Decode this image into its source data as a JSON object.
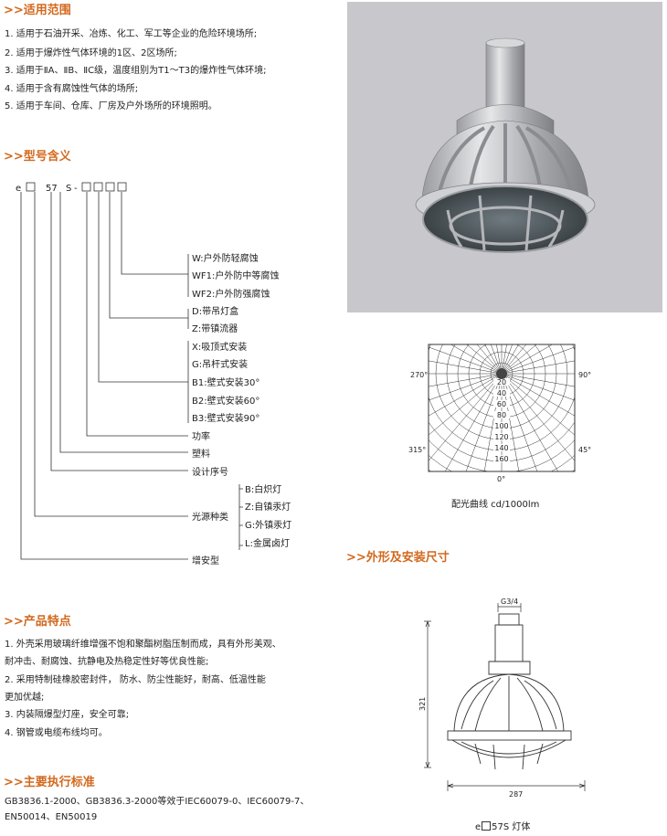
{
  "scope": {
    "heading": ">>适用范围",
    "items": [
      "1. 适用于石油开采、冶炼、化工、军工等企业的危险环境场所;",
      "2. 适用于爆炸性气体环境的1区、2区场所;",
      "3. 适用于ⅡA、ⅡB、ⅡC级，温度组别为T1～T3的爆炸性气体环境;",
      "4. 适用于含有腐蚀性气体的场所;",
      "5. 适用于车间、仓库、厂房及户外场所的环境照明。"
    ]
  },
  "model": {
    "heading": ">>型号含义",
    "code": {
      "e": "e",
      "num": "57",
      "s": "S",
      "dash": "-"
    },
    "options": {
      "wf": [
        "W:户外防轻腐蚀",
        "WF1:户外防中等腐蚀",
        "WF2:户外防强腐蚀"
      ],
      "dz": [
        "D:带吊灯盒",
        "Z:带镇流器"
      ],
      "mount": [
        "X:吸顶式安装",
        "G:吊杆式安装",
        "B1:壁式安装30°",
        "B2:壁式安装60°",
        "B3:壁式安装90°"
      ],
      "power": "功率",
      "plastic": "塑料",
      "design": "设计序号",
      "source_label": "光源种类",
      "source": [
        "B:白炽灯",
        "Z:自镇汞灯",
        "G:外镇汞灯",
        "L:金属卤灯"
      ],
      "type": "增安型"
    }
  },
  "features": {
    "heading": ">>产品特点",
    "lines": [
      "1. 外壳采用玻璃纤维增强不饱和聚酯树脂压制而成，具有外形美观、",
      "    耐冲击、耐腐蚀、抗静电及热稳定性好等优良性能;",
      "2. 采用特制硅橡胶密封件，  防水、防尘性能好，耐高、低温性能",
      "    更加优越;",
      "3. 内装隔爆型灯座，安全可靠;",
      "4. 钢管或电缆布线均可。"
    ]
  },
  "standards": {
    "heading": ">>主要执行标准",
    "lines": [
      "GB3836.1-2000、GB3836.3-2000等效于IEC60079-0、IEC60079-7、",
      "EN50014、EN50019"
    ]
  },
  "polar": {
    "angles": {
      "a270": "270°",
      "a90": "90°",
      "a315": "315°",
      "a45": "45°",
      "a0": "0°"
    },
    "rings": [
      "20",
      "40",
      "60",
      "80",
      "100",
      "120",
      "140",
      "160"
    ],
    "caption": "配光曲线 cd/1000lm"
  },
  "dimensions": {
    "heading": ">>外形及安装尺寸",
    "thread": "G3/4",
    "height": "321",
    "width": "287",
    "caption_e": "e",
    "caption_rest": "57S 灯体"
  }
}
